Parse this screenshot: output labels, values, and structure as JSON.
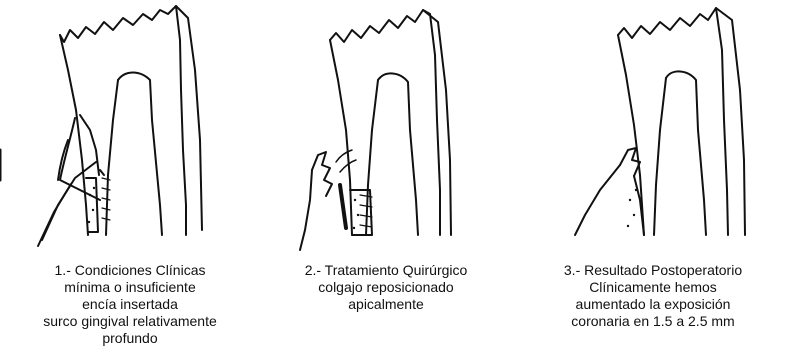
{
  "panels": [
    {
      "lines": [
        "1.- Condiciones Clínicas",
        "mínima o insuficiente",
        "encía insertada",
        "surco gingival relativamente",
        "profundo"
      ]
    },
    {
      "lines": [
        "2.- Tratamiento Quirúrgico",
        "colgajo reposicionado",
        "apicalmente"
      ]
    },
    {
      "lines": [
        "3.- Resultado Postoperatorio",
        "Clínicamente hemos",
        "aumentado la exposición",
        "coronaria en 1.5 a 2.5 mm"
      ]
    }
  ]
}
